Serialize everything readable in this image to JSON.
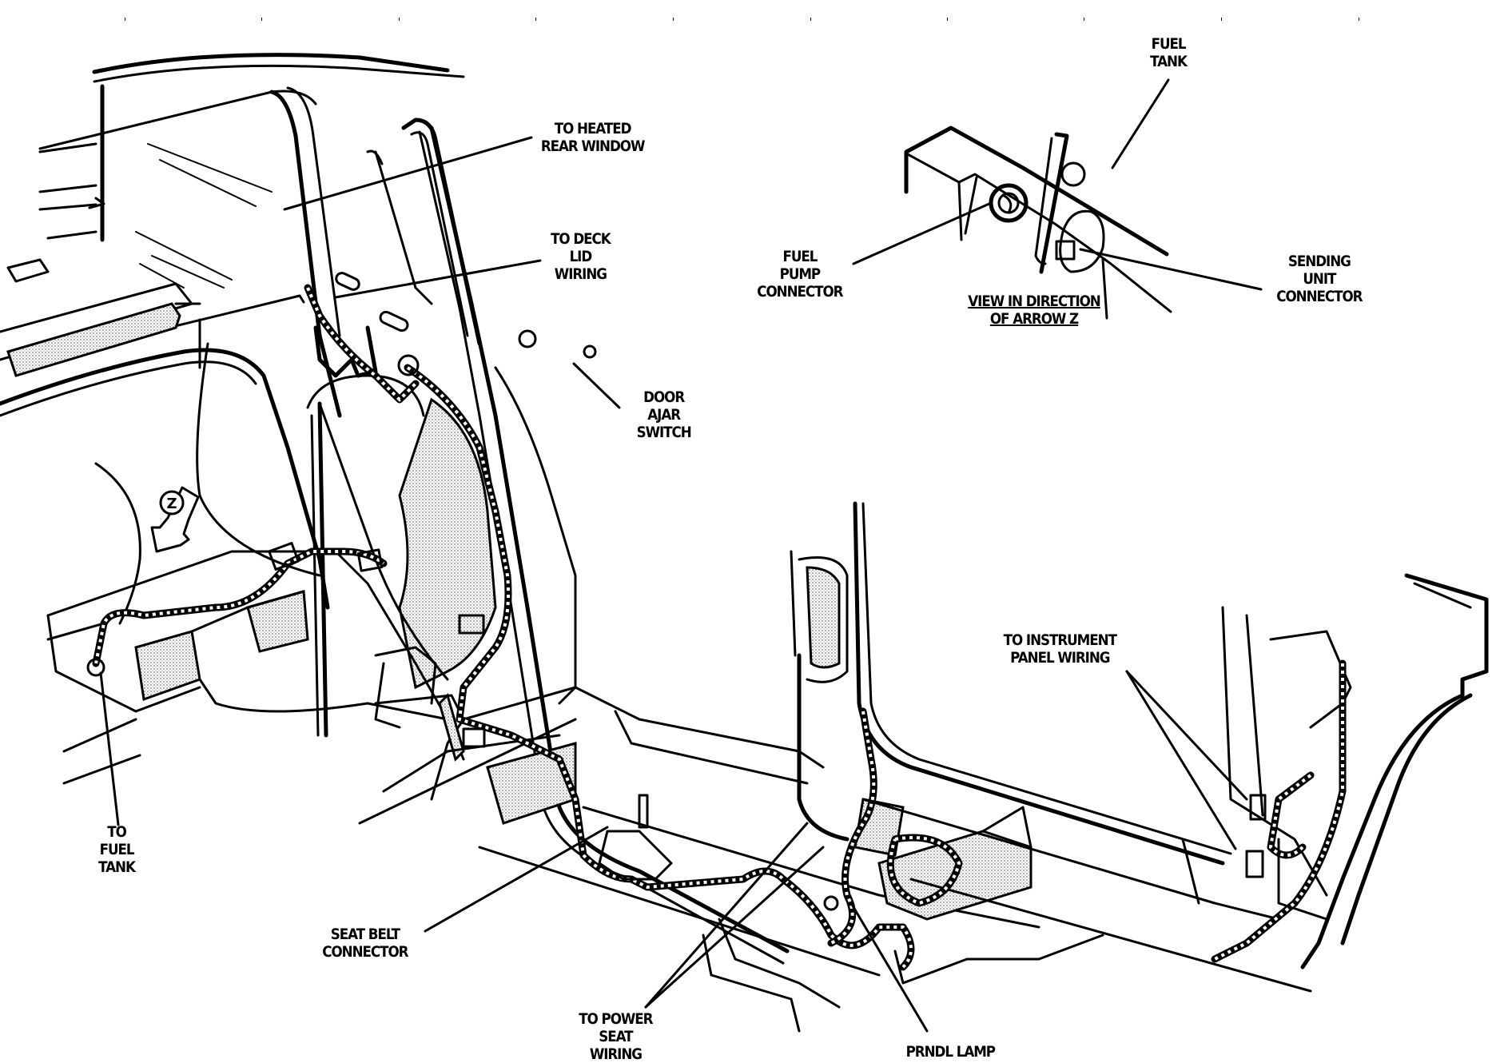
{
  "diagram": {
    "subject": "Rear body / floor wiring harness routing",
    "arrow_marker": "Z",
    "labels": {
      "fuel_tank_top": [
        "FUEL",
        "TANK"
      ],
      "heated_rear_window": [
        "TO HEATED",
        "REAR WINDOW"
      ],
      "deck_lid_wiring": [
        "TO DECK",
        "LID",
        "WIRING"
      ],
      "fuel_pump_connector": [
        "FUEL",
        "PUMP",
        "CONNECTOR"
      ],
      "sending_unit_connector": [
        "SENDING",
        "UNIT",
        "CONNECTOR"
      ],
      "view_caption": [
        "VIEW IN DIRECTION",
        "OF ARROW Z"
      ],
      "door_ajar_switch": [
        "DOOR",
        "AJAR",
        "SWITCH"
      ],
      "instrument_panel_wiring": [
        "TO INSTRUMENT",
        "PANEL WIRING"
      ],
      "fuel_tank_left": [
        "TO",
        "FUEL",
        "TANK"
      ],
      "seat_belt_connector": [
        "SEAT BELT",
        "CONNECTOR"
      ],
      "power_seat_wiring": [
        "TO POWER",
        "SEAT",
        "WIRING"
      ],
      "prndl_lamp": [
        "PRNDL LAMP"
      ]
    }
  }
}
